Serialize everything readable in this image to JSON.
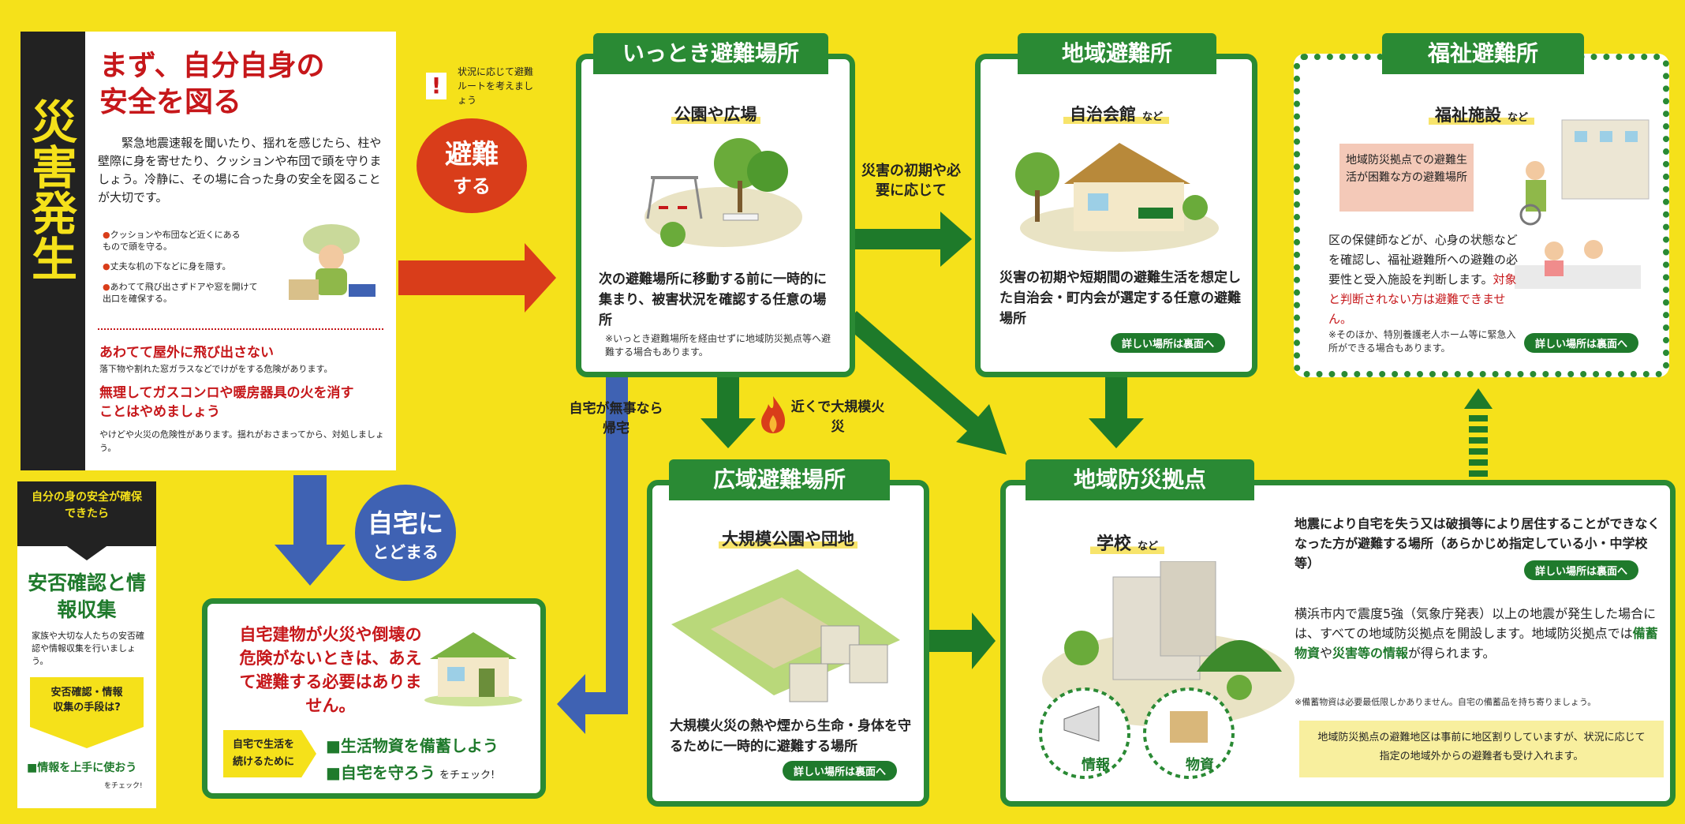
{
  "colors": {
    "background": "#f5e11a",
    "green": "#2a8a34",
    "dark_green": "#1f7a2c",
    "red": "#c6171a",
    "orange_circle": "#d93d1a",
    "blue": "#3f62b3",
    "black": "#222222",
    "pink": "#f4c9b8"
  },
  "disaster": {
    "title": "災害発生"
  },
  "safety": {
    "title_line1": "まず、自分自身の",
    "title_line2": "安全を図る",
    "body": "緊急地震速報を聞いたり、揺れを感じたら、柱や壁際に身を寄せたり、クッションや布団で頭を守りましょう。冷静に、その場に合った身の安全を図ることが大切です。",
    "bullet1": "クッションや布団など近くにあるもので頭を守る。",
    "bullet2": "丈夫な机の下などに身を隠す。",
    "bullet3": "あわてて飛び出さずドアや窓を開けて出口を確保する。",
    "warn1_title": "あわてて屋外に飛び出さない",
    "warn1_text": "落下物や割れた窓ガラスなどでけがをする危険があります。",
    "warn2_title": "無理してガスコンロや暖房器具の火を消すことはやめましょう",
    "warn2_text": "やけどや火災の危険性があります。揺れがおさまってから、対処しましょう。"
  },
  "safety_check": {
    "header": "自分の身の安全が確保できたら",
    "title": "安否確認と情報収集",
    "body": "家族や大切な人たちの安否確認や情報収集を行いましょう。",
    "arrow_text": "安否確認・情報収集の手段は?",
    "footer": "■情報を上手に使おう",
    "footer_small": "をチェック!"
  },
  "route_note": "状況に応じて避難ルートを考えましょう",
  "evacuate": {
    "line1": "避難",
    "line2": "する"
  },
  "stay_home": {
    "line1": "自宅に",
    "line2": "とどまる"
  },
  "home_box": {
    "text": "自宅建物が火災や倒壊の危険がないときは、あえて避難する必要はありません。",
    "tag": "自宅で生活を続けるために",
    "item1": "■生活物資を備蓄しよう",
    "item2": "■自宅を守ろう",
    "item2_suffix": "をチェック!"
  },
  "temp_site": {
    "tab": "いっとき避難場所",
    "subhead": "公園や広場",
    "body": "次の避難場所に移動する前に一時的に集まり、被害状況を確認する任意の場所",
    "note": "※いっとき避難場所を経由せずに地域防災拠点等へ避難する場合もあります。"
  },
  "local_shelter": {
    "tab": "地域避難所",
    "subhead": "自治会館",
    "subhead_suffix": "など",
    "body": "災害の初期や短期間の避難生活を想定した自治会・町内会が選定する任意の避難場所",
    "pill": "詳しい場所は裏面へ"
  },
  "welfare": {
    "tab": "福祉避難所",
    "subhead": "福祉施設",
    "subhead_suffix": "など",
    "callout": "地域防災拠点での避難生活が困難な方の避難場所",
    "body_normal": "区の保健師などが、心身の状態などを確認し、福祉避難所への避難の必要性と受入施設を判断します。",
    "body_red": "対象と判断されない方は避難できません。",
    "note": "※そのほか、特別養護老人ホーム等に緊急入所ができる場合もあります。",
    "pill": "詳しい場所は裏面へ"
  },
  "wide_area": {
    "tab": "広域避難場所",
    "subhead": "大規模公園や団地",
    "body": "大規模火災の熱や煙から生命・身体を守るために一時的に避難する場所",
    "pill": "詳しい場所は裏面へ"
  },
  "base": {
    "tab": "地域防災拠点",
    "subhead": "学校",
    "subhead_suffix": "など",
    "body1": "地震により自宅を失う又は破損等により居住することができなくなった方が避難する場所（あらかじめ指定している小・中学校等）",
    "pill": "詳しい場所は裏面へ",
    "body2_a": "横浜市内で震度5強（気象庁発表）以上の地震が発生した場合には、すべての地域防災拠点を開設します。地域防災拠点では",
    "body2_b": "備蓄物資",
    "body2_c": "や",
    "body2_d": "災害等の情報",
    "body2_e": "が得られます。",
    "note": "※備蓄物資は必要最低限しかありません。自宅の備蓄品を持ち寄りましょう。",
    "circle1": "情報",
    "circle2": "物資",
    "footer": "地域防災拠点の避難地区は事前に地区割りしていますが、状況に応じて指定の地域外からの避難者も受け入れます。"
  },
  "labels": {
    "early_need": "災害の初期や必要に応じて",
    "home_safe": "自宅が無事なら帰宅",
    "big_fire": "近くで大規模火災"
  }
}
